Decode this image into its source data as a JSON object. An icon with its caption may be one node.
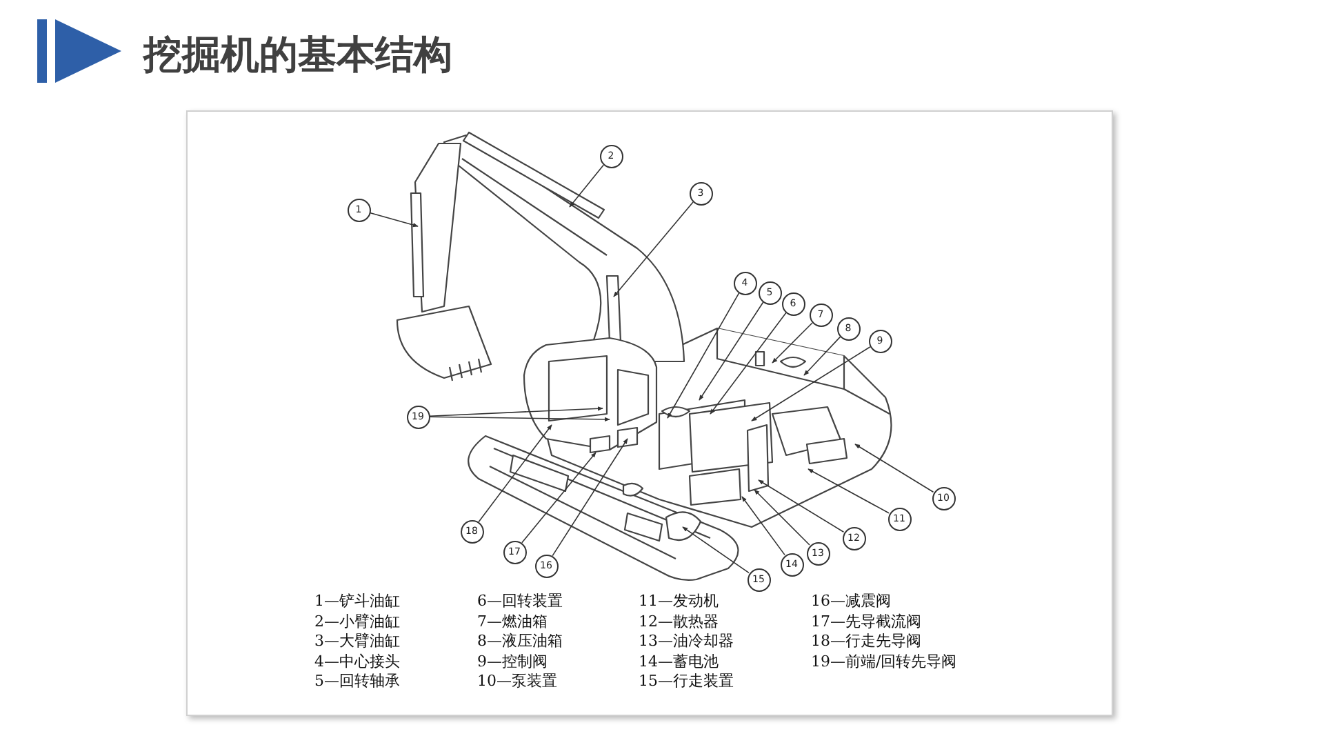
{
  "diagram": {
    "title": "挖掘机的基本结构",
    "nodes": [
      {
        "text": [
          "1"
        ]
      },
      {
        "text": [
          "2"
        ]
      },
      {
        "text": [
          "3"
        ]
      },
      {
        "text": [
          "4"
        ]
      },
      {
        "text": [
          "5"
        ]
      },
      {
        "text": [
          "6"
        ]
      },
      {
        "text": [
          "7"
        ]
      },
      {
        "text": [
          "8"
        ]
      },
      {
        "text": [
          "9"
        ]
      },
      {
        "text": [
          "10"
        ]
      },
      {
        "text": [
          "11"
        ]
      },
      {
        "text": [
          "12"
        ]
      },
      {
        "text": [
          "13"
        ]
      },
      {
        "text": [
          "14"
        ]
      },
      {
        "text": [
          "15"
        ]
      },
      {
        "text": [
          "16"
        ]
      },
      {
        "text": [
          "17"
        ]
      },
      {
        "text": [
          "18"
        ]
      },
      {
        "text": [
          "19"
        ]
      }
    ],
    "edges": [
      {
        "from": 0,
        "to": null,
        "arrow": "to"
      },
      {
        "from": 1,
        "to": null,
        "arrow": "to"
      },
      {
        "from": 2,
        "to": null,
        "arrow": "to"
      },
      {
        "from": 3,
        "to": null,
        "arrow": "to"
      },
      {
        "from": 4,
        "to": null,
        "arrow": "to"
      },
      {
        "from": 5,
        "to": null,
        "arrow": "to"
      },
      {
        "from": 6,
        "to": null,
        "arrow": "to"
      },
      {
        "from": 7,
        "to": null,
        "arrow": "to"
      },
      {
        "from": 8,
        "to": null,
        "arrow": "to"
      },
      {
        "from": 9,
        "to": null,
        "arrow": "to"
      },
      {
        "from": 10,
        "to": null,
        "arrow": "to"
      },
      {
        "from": 11,
        "to": null,
        "arrow": "to"
      },
      {
        "from": 12,
        "to": null,
        "arrow": "to"
      },
      {
        "from": 13,
        "to": null,
        "arrow": "to"
      },
      {
        "from": 14,
        "to": null,
        "arrow": "to"
      },
      {
        "from": 15,
        "to": null,
        "arrow": "to"
      },
      {
        "from": 16,
        "to": null,
        "arrow": "to"
      },
      {
        "from": 17,
        "to": null,
        "arrow": "to"
      },
      {
        "from": 18,
        "to": null,
        "arrow": "to"
      },
      {
        "from": 18,
        "to": null,
        "arrow": "to"
      }
    ],
    "labels": [
      "1—铲斗油缸",
      "6—回转装置",
      "11—发动机",
      "16—减震阀",
      "2—小臂油缸",
      "7—燃油箱",
      "12—散热器",
      "17—先导截流阀",
      "3—大臂油缸",
      "8—液压油箱",
      "13—油冷却器",
      "18—行走先导阀",
      "4—中心接头",
      "9—控制阀",
      "14—蓄电池",
      "19—前端/回转先导阀",
      "5—回转轴承",
      "10—泵装置",
      "15—行走装置"
    ]
  }
}
